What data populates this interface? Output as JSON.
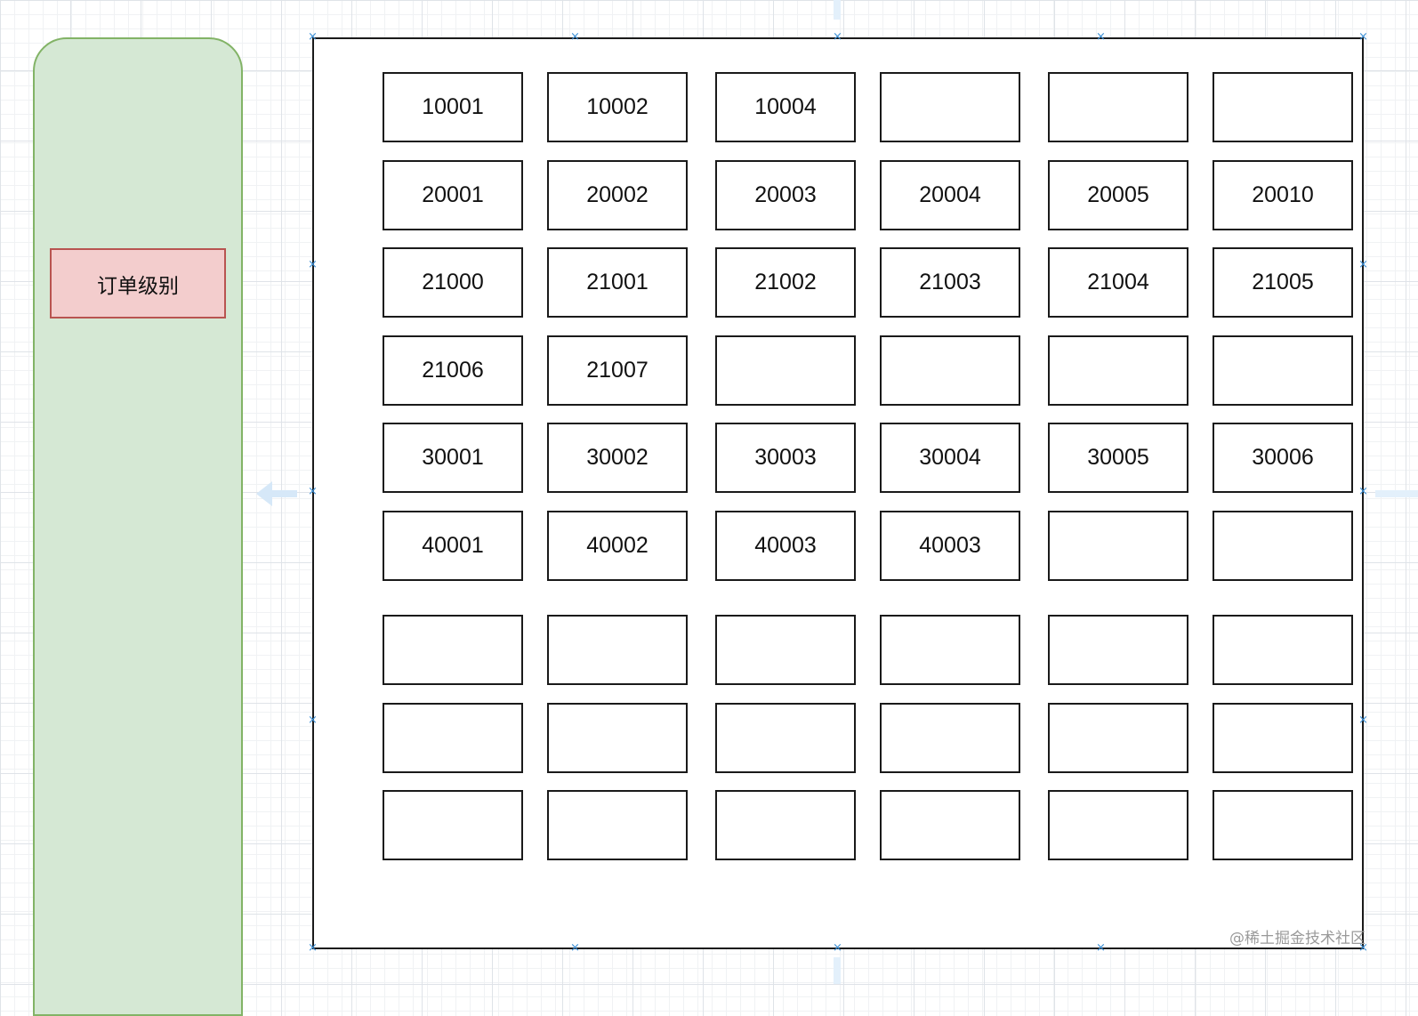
{
  "lane": {
    "label": "订单级别"
  },
  "grid": {
    "rows": [
      [
        "10001",
        "10002",
        "10004",
        "",
        "",
        ""
      ],
      [
        "20001",
        "20002",
        "20003",
        "20004",
        "20005",
        "20010"
      ],
      [
        "21000",
        "21001",
        "21002",
        "21003",
        "21004",
        "21005"
      ],
      [
        "21006",
        "21007",
        "",
        "",
        "",
        ""
      ],
      [
        "30001",
        "30002",
        "30003",
        "30004",
        "30005",
        "30006"
      ],
      [
        "40001",
        "40002",
        "40003",
        "40003",
        "",
        ""
      ],
      [
        "",
        "",
        "",
        "",
        "",
        ""
      ],
      [
        "",
        "",
        "",
        "",
        "",
        ""
      ],
      [
        "",
        "",
        "",
        "",
        "",
        ""
      ]
    ]
  },
  "watermark": "@稀土掘金技术社区",
  "colors": {
    "lane_fill": "#d5e8d4",
    "lane_stroke": "#82b366",
    "label_fill": "#f3cdcd",
    "label_stroke": "#b85450",
    "selection_handle": "#3b8fd6"
  }
}
